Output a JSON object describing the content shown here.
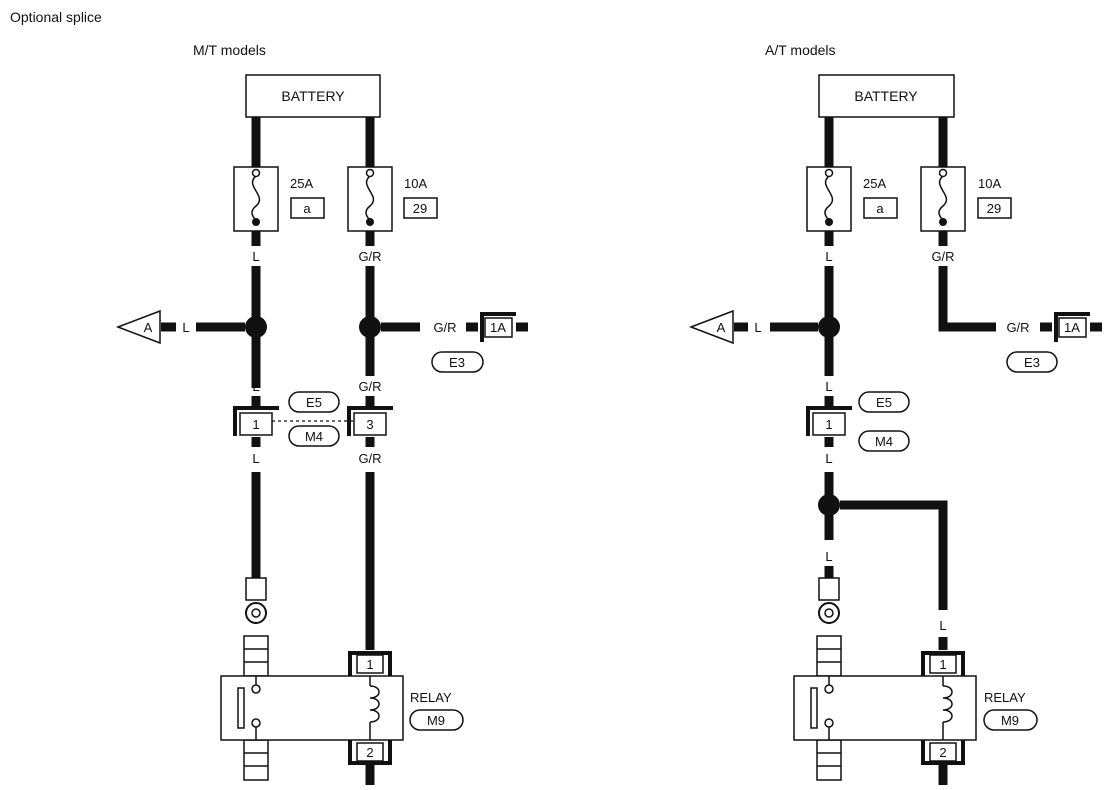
{
  "page_title": "Optional splice",
  "variants": [
    {
      "title": "M/T models",
      "battery": "BATTERY",
      "fuse_left": {
        "rating": "25A",
        "id": "a"
      },
      "fuse_right": {
        "rating": "10A",
        "id": "29"
      },
      "wire_left_top": "L",
      "wire_right_top": "G/R",
      "branch_left_connector": "A",
      "branch_left_wire": "L",
      "branch_right_wire": "G/R",
      "branch_right_connector": "1A",
      "branch_right_ref": "E3",
      "wire_left_mid": "L",
      "wire_right_mid": "G/R",
      "conn_left_pin": "1",
      "conn_right_pin": "3",
      "conn_ref_top": "E5",
      "conn_ref_bottom": "M4",
      "wire_left_low": "L",
      "wire_right_low": "G/R",
      "relay_label": "RELAY",
      "relay_ref": "M9",
      "relay_pin_top": "1",
      "relay_pin_bottom": "2"
    },
    {
      "title": "A/T models",
      "battery": "BATTERY",
      "fuse_left": {
        "rating": "25A",
        "id": "a"
      },
      "fuse_right": {
        "rating": "10A",
        "id": "29"
      },
      "wire_left_top": "L",
      "wire_right_top": "G/R",
      "branch_left_connector": "A",
      "branch_left_wire": "L",
      "branch_right_wire": "G/R",
      "branch_right_connector": "1A",
      "branch_right_ref": "E3",
      "wire_left_mid": "L",
      "conn_left_pin": "1",
      "conn_ref_top": "E5",
      "conn_ref_bottom": "M4",
      "wire_left_low": "L",
      "wire_relay": "L",
      "relay_label": "RELAY",
      "relay_ref": "M9",
      "relay_pin_top": "1",
      "relay_pin_bottom": "2"
    }
  ]
}
